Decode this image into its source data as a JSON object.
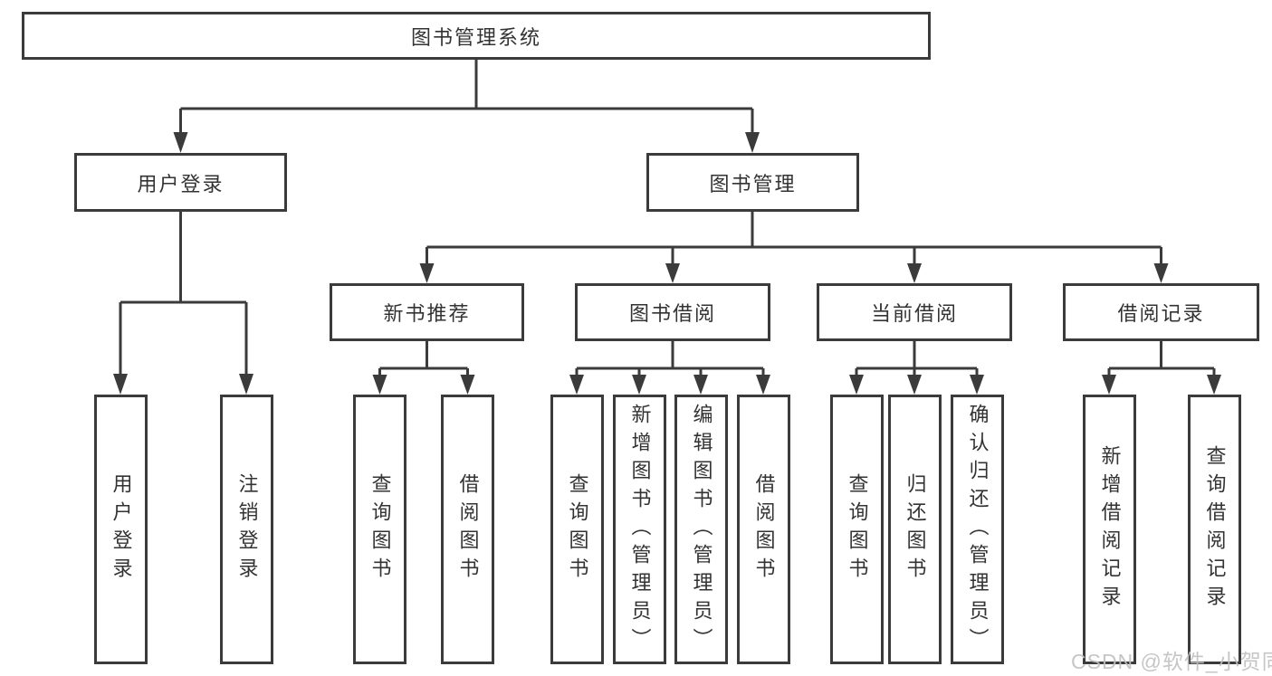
{
  "diagram_title": "图书管理系统",
  "tree": {
    "root": {
      "label": "图书管理系统"
    },
    "branches": [
      {
        "label": "用户登录",
        "children": [
          {
            "label": "用户登录"
          },
          {
            "label": "注销登录"
          }
        ]
      },
      {
        "label": "图书管理",
        "children": [
          {
            "label": "新书推荐",
            "children": [
              {
                "label": "查询图书"
              },
              {
                "label": "借阅图书"
              }
            ]
          },
          {
            "label": "图书借阅",
            "children": [
              {
                "label": "查询图书"
              },
              {
                "label": "新增图书（管理员）"
              },
              {
                "label": "编辑图书（管理员）"
              },
              {
                "label": "借阅图书"
              }
            ]
          },
          {
            "label": "当前借阅",
            "children": [
              {
                "label": "查询图书"
              },
              {
                "label": "归还图书"
              },
              {
                "label": "确认归还（管理员）"
              }
            ]
          },
          {
            "label": "借阅记录",
            "children": [
              {
                "label": "新增借阅记录"
              },
              {
                "label": "查询借阅记录"
              }
            ]
          }
        ]
      }
    ]
  },
  "watermark": {
    "text": "CSDN @软件_小贺同学"
  },
  "colors": {
    "line": "#3b3b3b",
    "text": "#333333",
    "watermark": "#c0c0c0",
    "background": "#ffffff"
  }
}
